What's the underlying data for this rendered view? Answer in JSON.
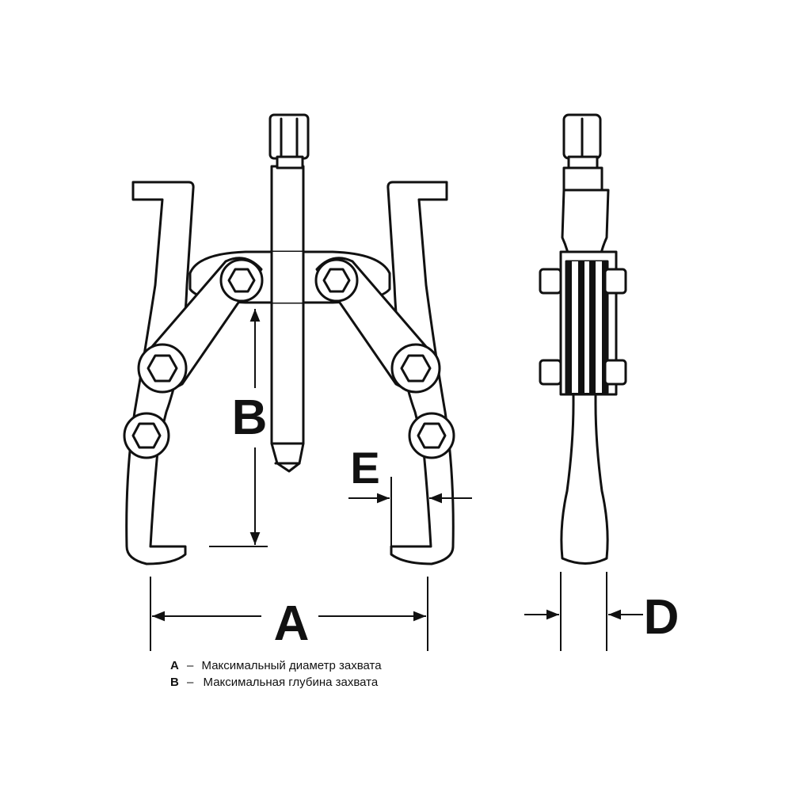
{
  "colors": {
    "ink": "#111111",
    "paper": "#ffffff"
  },
  "dimensions": {
    "a": "A",
    "b": "B",
    "d": "D",
    "e": "E"
  },
  "legend": [
    {
      "key": "A",
      "dash": "–",
      "text": "Максимальный диаметр захвата"
    },
    {
      "key": "B",
      "dash": "–",
      "text": "Максимальная глубина захвата"
    }
  ],
  "icons": [
    "hex-nut-icon",
    "arrow-icon"
  ]
}
